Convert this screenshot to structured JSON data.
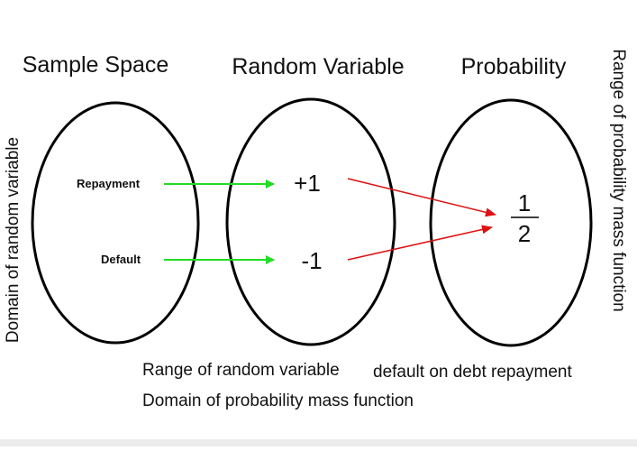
{
  "diagram": {
    "headings": {
      "sample_space": "Sample Space",
      "random_variable": "Random Variable",
      "probability": "Probability"
    },
    "sample_space_outcomes": [
      "Repayment",
      "Default"
    ],
    "random_variable_values": [
      "+1",
      "-1"
    ],
    "probability": {
      "numerator": "1",
      "denominator": "2"
    },
    "labels": {
      "left_vertical": "Domain of random variable",
      "right_vertical": "Range of probability mass function",
      "bottom_line1_a": "Range of random variable",
      "bottom_line1_b": "default on debt repayment",
      "bottom_line2": "Domain of probability mass function"
    },
    "colors": {
      "green_arrow": "#22dd22",
      "red_arrow": "#dd1111",
      "ellipse_stroke": "#000000"
    }
  }
}
